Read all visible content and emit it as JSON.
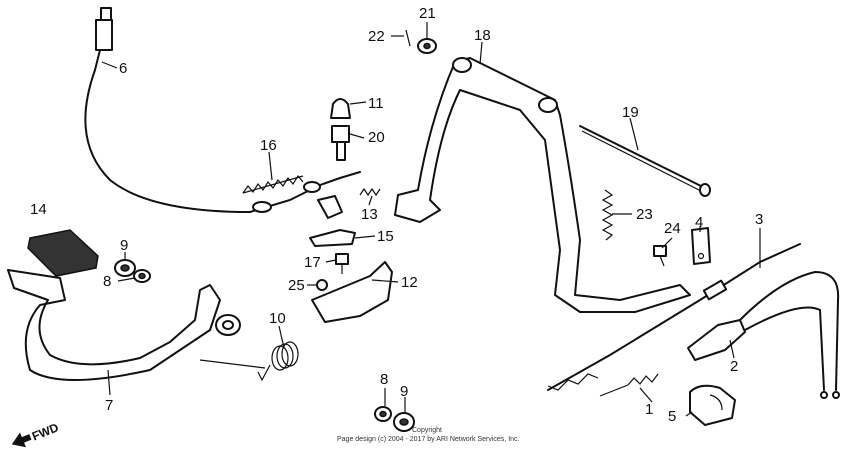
{
  "callouts": {
    "c1": "1",
    "c2": "2",
    "c3": "3",
    "c4": "4",
    "c5": "5",
    "c6": "6",
    "c7": "7",
    "c8a": "8",
    "c8b": "8",
    "c9a": "9",
    "c9b": "9",
    "c10": "10",
    "c11": "11",
    "c12": "12",
    "c13": "13",
    "c14": "14",
    "c15": "15",
    "c16": "16",
    "c17": "17",
    "c18": "18",
    "c19": "19",
    "c20": "20",
    "c21": "21",
    "c22": "22",
    "c23": "23",
    "c24": "24",
    "c25": "25"
  },
  "direction_label": "FWD",
  "copyright": {
    "line1": "Copyright",
    "line2": "Page design (c) 2004 - 2017 by ARI Network Services, Inc."
  }
}
